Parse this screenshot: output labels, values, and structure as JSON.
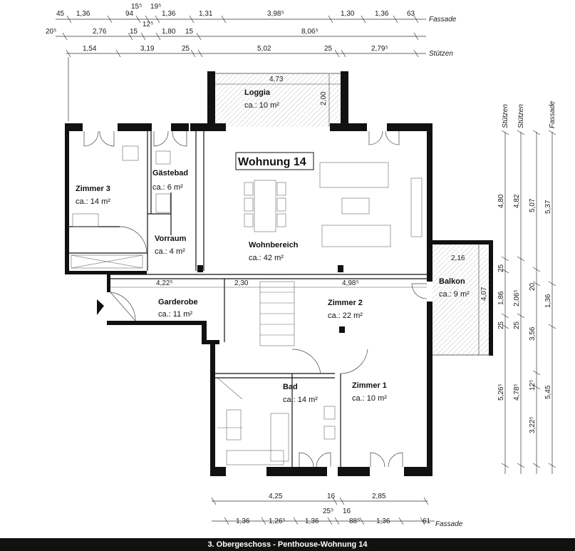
{
  "apartment_title": "Wohnung 14",
  "footer_text": "3. Obergeschoss - Penthouse-Wohnung 14",
  "rooms": {
    "loggia": {
      "name": "Loggia",
      "area": "ca.: 10 m²"
    },
    "gaestebad": {
      "name": "Gästebad",
      "area": "ca.: 6 m²"
    },
    "zimmer3": {
      "name": "Zimmer 3",
      "area": "ca.: 14 m²"
    },
    "vorraum": {
      "name": "Vorraum",
      "area": "ca.: 4 m²"
    },
    "wohnbereich": {
      "name": "Wohnbereich",
      "area": "ca.: 42 m²"
    },
    "balkon": {
      "name": "Balkon",
      "area": "ca.: 9 m²"
    },
    "garderobe": {
      "name": "Garderobe",
      "area": "ca.: 11 m²"
    },
    "zimmer2": {
      "name": "Zimmer 2",
      "area": "ca.: 22 m²"
    },
    "bad": {
      "name": "Bad",
      "area": "ca.: 14 m²"
    },
    "zimmer1": {
      "name": "Zimmer 1",
      "area": "ca.: 10 m²"
    }
  },
  "dimension_labels": {
    "fassade": "Fassade",
    "stuetzen": "Stützen"
  },
  "top_row1": [
    "45",
    "1,36",
    "94",
    "15⁵",
    "19⁵",
    "1,36",
    "1,31",
    "3,98⁵",
    "1,30",
    "1,36",
    "63"
  ],
  "top_row2": [
    "20⁵",
    "2,76",
    "15",
    "12⁵",
    "1,80",
    "15",
    "8,06⁵"
  ],
  "top_row3": [
    "1,54",
    "3,19",
    "25",
    "5,02",
    "25",
    "2,79⁵"
  ],
  "interior_dims": {
    "loggia_w": "4,73",
    "loggia_h": "2,00",
    "d_422": "4,22⁵",
    "d_230": "2,30",
    "d_498": "4,98⁵",
    "balkon_w": "2,16",
    "balkon_h": "4,07"
  },
  "bottom_row1": [
    "4,25",
    "16",
    "2,85"
  ],
  "bottom_row2": [
    "1,36",
    "1,26⁵",
    "25⁵",
    "1,36",
    "16",
    "88⁵",
    "1,36",
    "61"
  ],
  "right_col_a": [
    "4,80",
    "25",
    "1,86",
    "25",
    "5,26⁵"
  ],
  "right_col_b": [
    "4,82",
    "2,06⁵",
    "25",
    "4,78⁵"
  ],
  "right_col_c": [
    "5,07",
    "20",
    "3,56",
    "12⁵",
    "3,22⁵"
  ],
  "right_col_d": [
    "5,37",
    "1,36",
    "5,45"
  ]
}
